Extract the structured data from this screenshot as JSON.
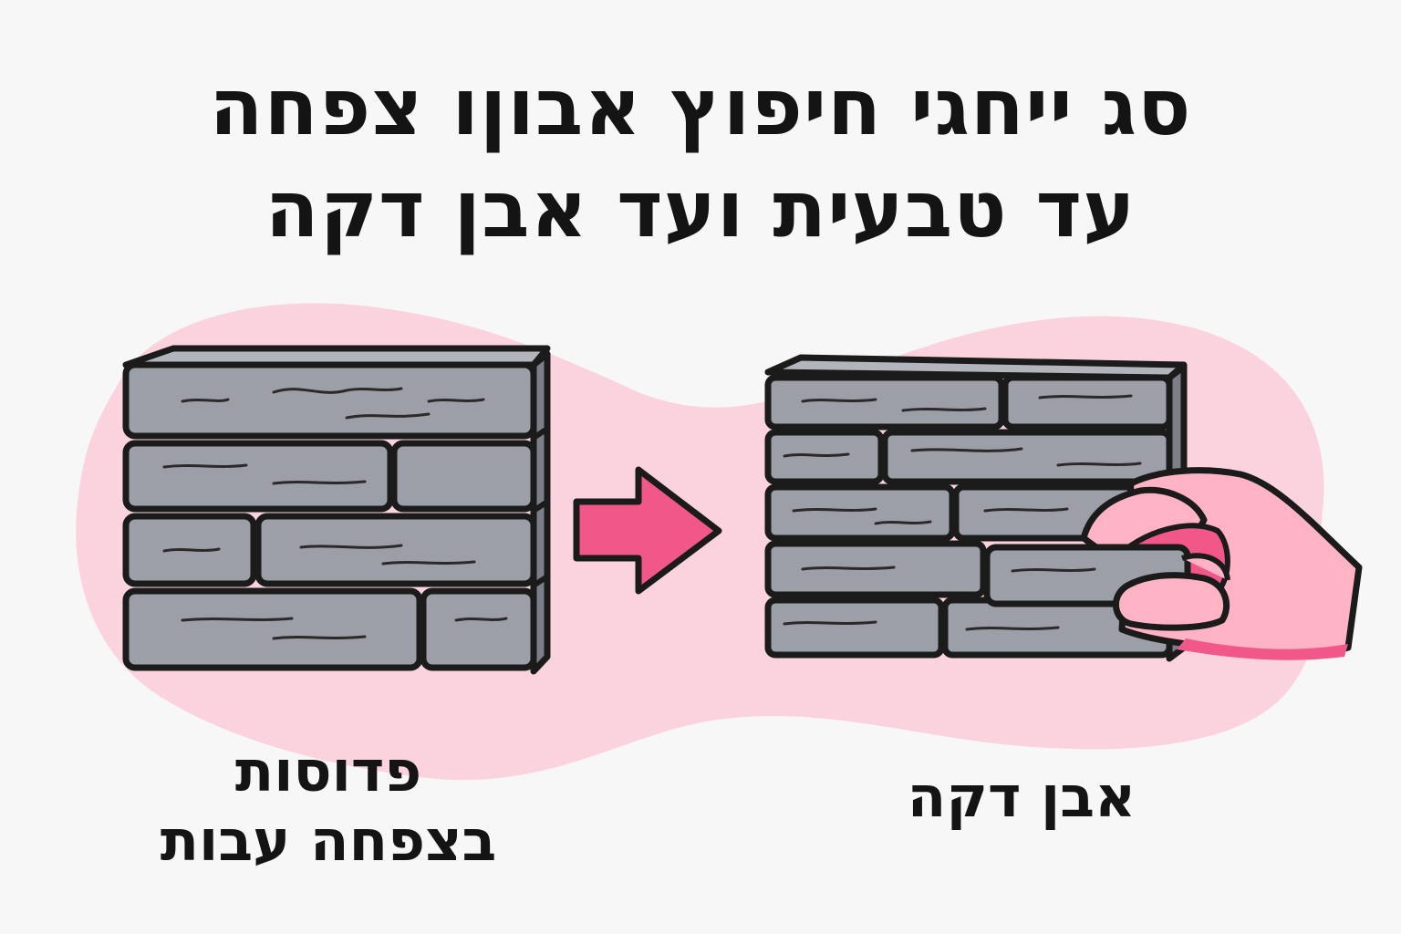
{
  "title": {
    "line1": "סג ייחגי חיפוץ אבוןו צפחה",
    "line2": "עד טבעית ועד אבן דקה"
  },
  "captions": {
    "left": [
      "פדוסות",
      "בצפחה עבות"
    ],
    "right": "אבן דקה"
  },
  "colors": {
    "background": "#f7f7f7",
    "blob": "#fbd3de",
    "stone": "#9d9fa8",
    "stone_shadow": "#7d7f88",
    "outline": "#1b1b1b",
    "arrow": "#f2578a",
    "hand": "#ffb3c5",
    "hand_shade": "#f2578a"
  },
  "icons": {
    "arrow": "right-arrow-icon",
    "hand": "hand-icon"
  }
}
